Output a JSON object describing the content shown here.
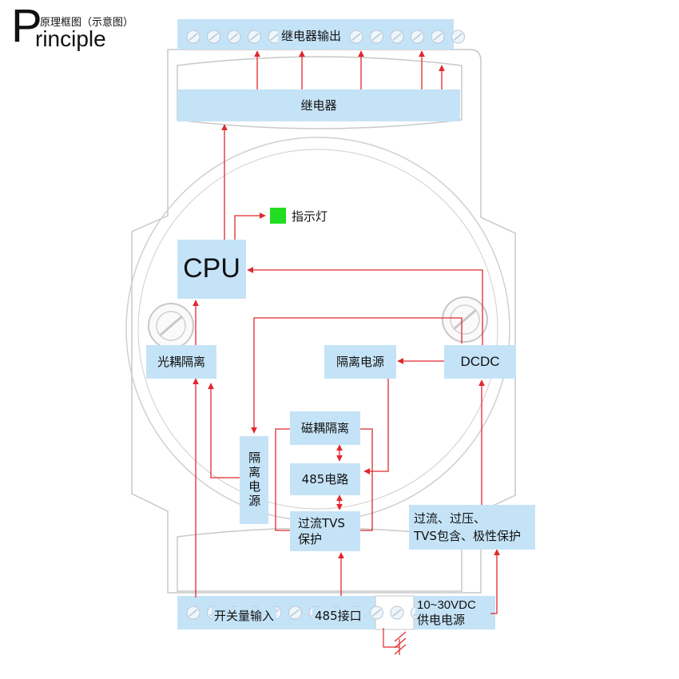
{
  "brand": {
    "initial": "P",
    "word": "rinciple",
    "subtitle": "原理框图（示意图）"
  },
  "blocks": {
    "relay_output": "继电器输出",
    "relay": "继电器",
    "indicator": "指示灯",
    "cpu": "CPU",
    "opto_isolation": "光耦隔离",
    "isolated_power": "隔离电源",
    "dcdc": "DCDC",
    "magnetic_isolation": "磁耦隔离",
    "isolated_power_vertical": "隔离电源",
    "rs485_circuit": "485电路",
    "overcurrent_tvs_line1": "过流TVS",
    "overcurrent_tvs_line2": "保护",
    "power_protection_line1": "过流、过压、",
    "power_protection_line2": "TVS包含、极性保护",
    "digital_input": "开关量输入",
    "rs485_port": "485接口",
    "supply_line1": "10~30VDC",
    "supply_line2": "供电电源"
  },
  "colors": {
    "block_fill": "#c5e3f7",
    "arrow": "#e0282d",
    "outline": "#c8c8c8",
    "indicator": "#22dd22"
  }
}
